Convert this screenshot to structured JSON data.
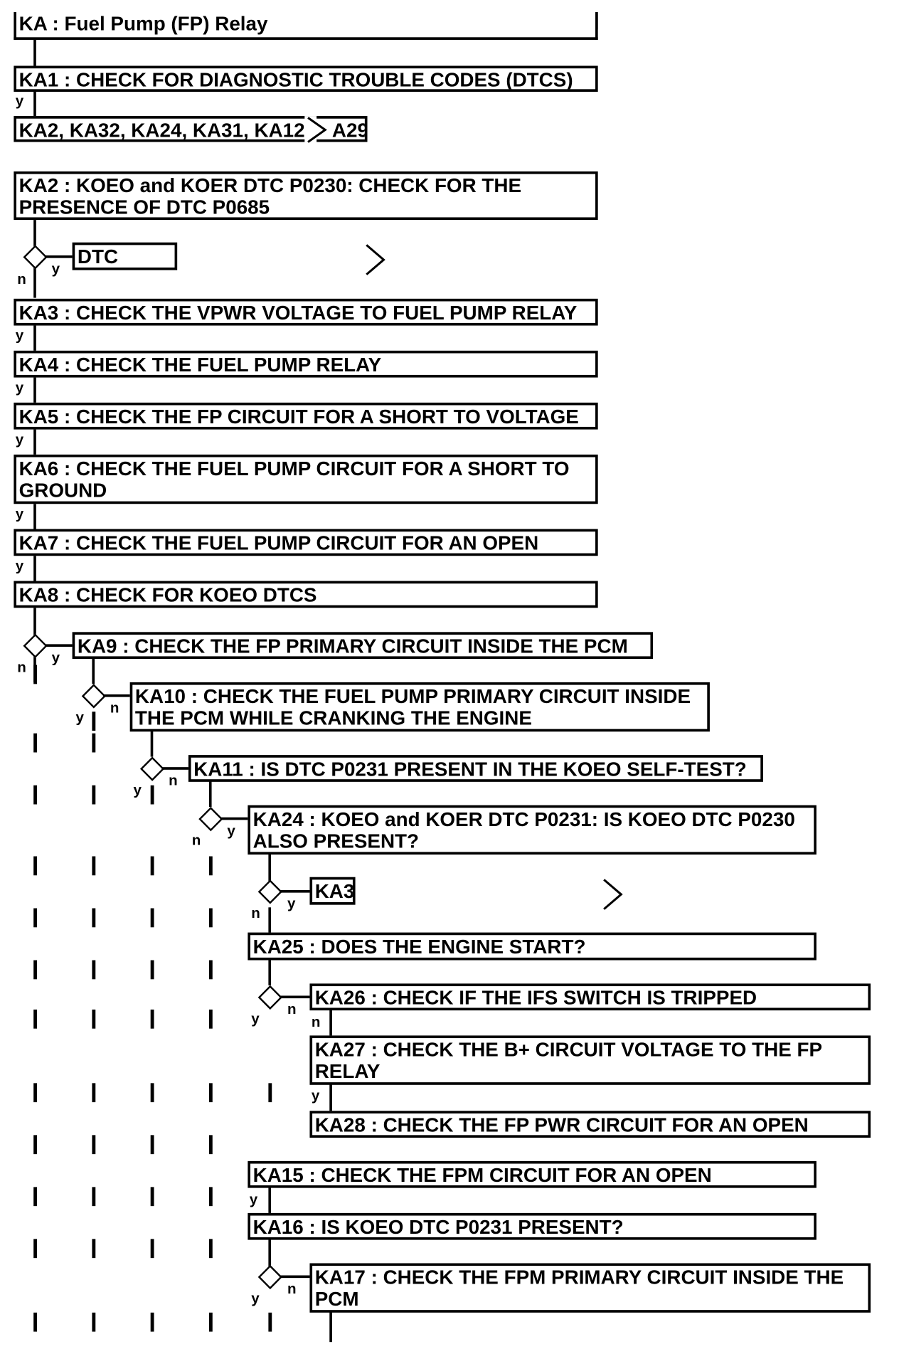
{
  "title": "KA : Fuel Pump (FP) Relay",
  "steps": {
    "ka1": "KA1 : CHECK FOR DIAGNOSTIC TROUBLE CODES (DTCS)",
    "ka1_refs": "KA2, KA32, KA24, KA31, KA12,",
    "ka1_refs_tail": "A29",
    "ka2": "KA2 : KOEO and KOER DTC P0230: CHECK FOR THE PRESENCE OF DTC P0685",
    "dtc_index": "DTC Index",
    "ka3": "KA3 : CHECK THE VPWR VOLTAGE TO FUEL PUMP RELAY",
    "ka4": "KA4 : CHECK THE FUEL PUMP RELAY",
    "ka5": "KA5 : CHECK THE FP CIRCUIT FOR A SHORT TO VOLTAGE",
    "ka6": "KA6 : CHECK THE FUEL PUMP CIRCUIT FOR A SHORT TO GROUND",
    "ka7": "KA7 : CHECK THE FUEL PUMP CIRCUIT FOR AN OPEN",
    "ka8": "KA8 : CHECK FOR KOEO DTCS",
    "ka9": "KA9 : CHECK THE FP PRIMARY CIRCUIT INSIDE THE PCM",
    "ka10": "KA10 : CHECK THE FUEL PUMP PRIMARY CIRCUIT INSIDE THE PCM WHILE CRANKING THE ENGINE",
    "ka11": "KA11 : IS DTC P0231 PRESENT IN THE KOEO SELF-TEST?",
    "ka24": "KA24 : KOEO and KOER DTC P0231: IS KOEO DTC P0230 ALSO PRESENT?",
    "ka3_ref": "KA3",
    "ka25": "KA25 : DOES THE ENGINE START?",
    "ka26": "KA26 : CHECK IF THE IFS SWITCH IS TRIPPED",
    "ka27": "KA27 : CHECK THE B+ CIRCUIT VOLTAGE TO THE FP RELAY",
    "ka28": "KA28 : CHECK THE FP PWR CIRCUIT FOR AN OPEN",
    "ka15": "KA15 : CHECK THE FPM CIRCUIT FOR AN OPEN",
    "ka16": "KA16 : IS KOEO DTC P0231 PRESENT?",
    "ka17": "KA17 : CHECK THE FPM PRIMARY CIRCUIT INSIDE THE PCM"
  },
  "labels": {
    "yes": "y",
    "no": "n"
  }
}
